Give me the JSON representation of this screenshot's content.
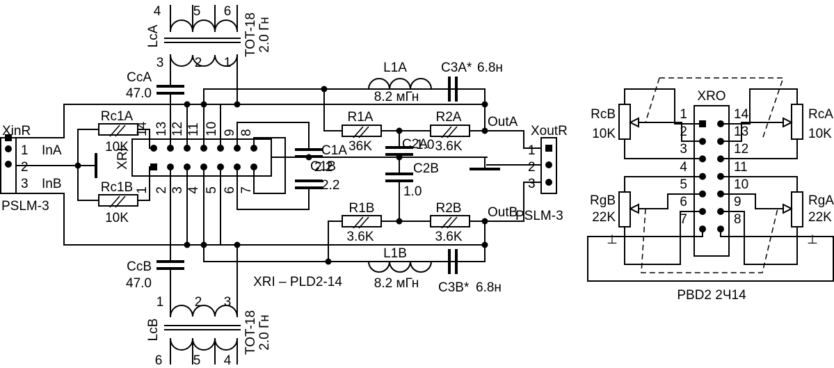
{
  "transformer_top": {
    "ref": "LcA",
    "pins_top": [
      "4",
      "5",
      "6"
    ],
    "pins_bottom": [
      "3",
      "2",
      "1"
    ],
    "part": "TOT-18",
    "value": "2.0 Гн"
  },
  "transformer_bottom": {
    "ref": "LcB",
    "pins_top": [
      "1",
      "2",
      "3"
    ],
    "pins_bottom": [
      "6",
      "5",
      "4"
    ],
    "part": "TOT-18",
    "value": "2.0 Гн"
  },
  "cap_cca": {
    "ref": "CcA",
    "value": "47.0"
  },
  "cap_ccb": {
    "ref": "CcB",
    "value": "47.0"
  },
  "res_rc1a": {
    "ref": "Rc1A",
    "value": "10K"
  },
  "res_rc1b": {
    "ref": "Rc1B",
    "value": "10K"
  },
  "conn_in": {
    "ref": "XinR",
    "pins": [
      "1",
      "2",
      "3"
    ],
    "net1": "InA",
    "net3": "InB",
    "part": "PSLM-3"
  },
  "conn_out": {
    "ref": "XoutR",
    "pins": [
      "1",
      "2",
      "3"
    ],
    "part": "PSLM-3"
  },
  "header_xri": {
    "ref": "XRI",
    "caption": "XRI – PLD2-14",
    "pins_top": [
      "14",
      "13",
      "12",
      "11",
      "10",
      "9",
      "8"
    ],
    "pins_bottom": [
      "1",
      "2",
      "3",
      "4",
      "5",
      "6",
      "7"
    ]
  },
  "caps_c1": {
    "a_ref": "C1A",
    "a_value": "2.2",
    "b_ref": "C1B",
    "b_value": "2.2"
  },
  "caps_c2": {
    "a_ref": "C2A",
    "a_value": "1.0",
    "b_ref": "C2B",
    "b_value": "1.0"
  },
  "inductor_a": {
    "ref": "L1A",
    "value": "8.2 мГн"
  },
  "inductor_b": {
    "ref": "L1B",
    "value": "8.2 мГн"
  },
  "cap_c3a": {
    "ref": "C3A*",
    "value": "6.8н"
  },
  "cap_c3b": {
    "ref": "C3B*",
    "value": "6.8н"
  },
  "res_r1a": {
    "ref": "R1A",
    "value": "36K"
  },
  "res_r2a": {
    "ref": "R2A",
    "value": "3.6K"
  },
  "res_r1b": {
    "ref": "R1B",
    "value": "3.6K"
  },
  "res_r2b": {
    "ref": "R2B",
    "value": "3.6K"
  },
  "nets": {
    "out_a": "OutA",
    "out_b": "OutB"
  },
  "header_xro": {
    "ref": "XRO",
    "caption": "PBD2 2Ч14",
    "pins_left": [
      "1",
      "2",
      "3",
      "4",
      "5",
      "6",
      "7"
    ],
    "pins_right": [
      "14",
      "13",
      "12",
      "11",
      "10",
      "9",
      "8"
    ]
  },
  "pot_rcb": {
    "ref": "RcB",
    "value": "10K"
  },
  "pot_rca": {
    "ref": "RcA",
    "value": "10K"
  },
  "pot_rgb": {
    "ref": "RgB",
    "value": "22K"
  },
  "pot_rga": {
    "ref": "RgA",
    "value": "22K"
  },
  "symbols": {
    "ground_mark": "⊥"
  }
}
